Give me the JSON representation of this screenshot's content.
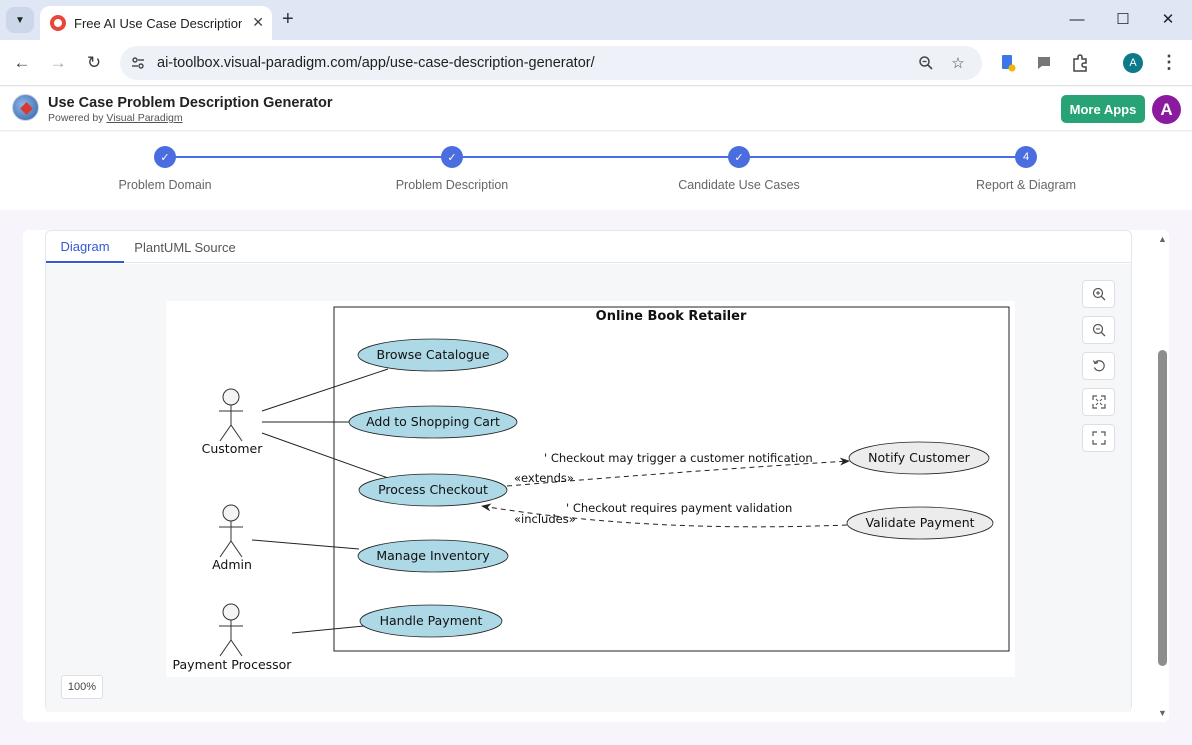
{
  "browser": {
    "tab_title": "Free AI Use Case Description Ge",
    "url": "ai-toolbox.visual-paradigm.com/app/use-case-description-generator/",
    "profile_initial": "A"
  },
  "app": {
    "title": "Use Case Problem Description Generator",
    "powered_by": "Powered by",
    "powered_by_link": "Visual Paradigm",
    "more_apps": "More Apps",
    "user_initial": "A"
  },
  "stepper": {
    "steps": [
      {
        "label": "Problem Domain",
        "state": "done"
      },
      {
        "label": "Problem Description",
        "state": "done"
      },
      {
        "label": "Candidate Use Cases",
        "state": "done"
      },
      {
        "label": "Report & Diagram",
        "state": "current",
        "number": "4"
      }
    ]
  },
  "tabs": {
    "diagram": "Diagram",
    "source": "PlantUML Source"
  },
  "zoom_level": "100%",
  "diagram": {
    "system_name": "Online Book Retailer",
    "actors": [
      "Customer",
      "Admin",
      "Payment Processor"
    ],
    "use_cases": [
      "Browse Catalogue",
      "Add to Shopping Cart",
      "Process Checkout",
      "Manage Inventory",
      "Handle Payment",
      "Notify Customer",
      "Validate Payment"
    ],
    "relations": {
      "extends_note": "' Checkout may trigger a customer notification",
      "extends_label": "«extends»",
      "includes_note": "' Checkout requires payment validation",
      "includes_label": "«includes»"
    }
  },
  "colors": {
    "accent": "#4a6ee0",
    "use_case_fill": "#add8e6",
    "external_use_case_fill": "#ececec",
    "more_apps": "#28a376",
    "avatar": "#8b1b9e"
  }
}
